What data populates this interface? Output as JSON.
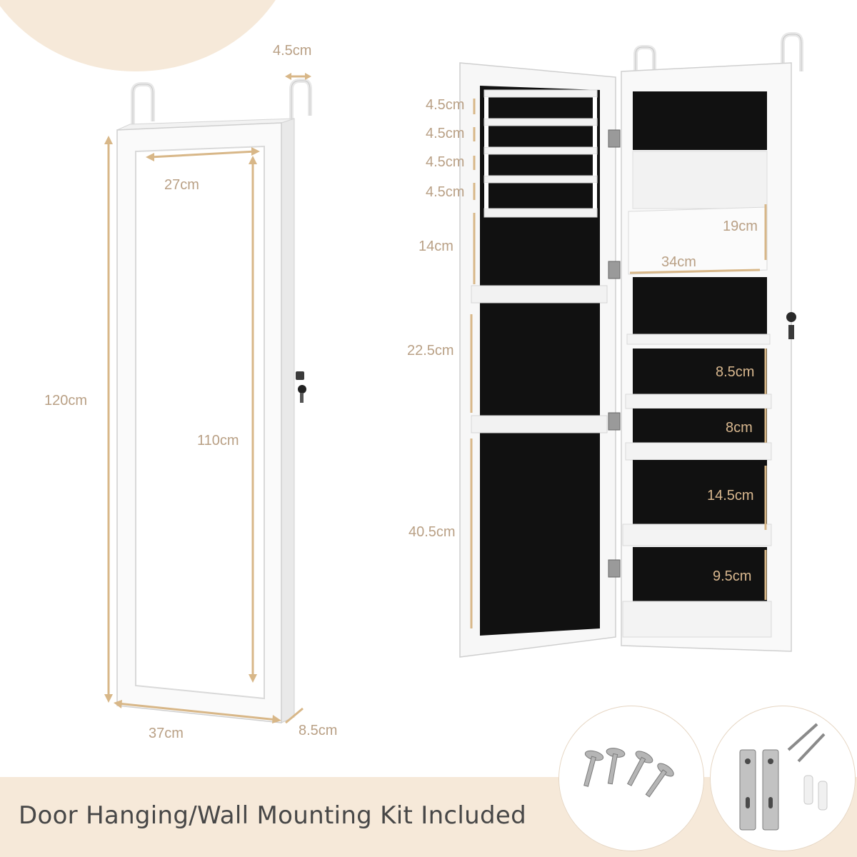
{
  "closed_cabinet": {
    "dim_width_hook": "4.5cm",
    "dim_mirror_width": "27cm",
    "dim_height": "120cm",
    "dim_mirror_height": "110cm",
    "dim_width": "37cm",
    "dim_depth": "8.5cm"
  },
  "open_cabinet": {
    "dims_left": [
      "4.5cm",
      "4.5cm",
      "4.5cm",
      "4.5cm",
      "14cm",
      "22.5cm",
      "40.5cm"
    ],
    "dim_top_compartment": "19cm",
    "dim_inner_width": "34cm",
    "dims_shelves": [
      "8.5cm",
      "8cm",
      "14.5cm",
      "9.5cm"
    ]
  },
  "kit": {
    "items": [
      "screws",
      "brackets-anchors"
    ]
  },
  "caption": "Door Hanging/Wall Mounting Kit Included",
  "colors": {
    "beige": "#f6e9d9",
    "dimension_line": "#d8b788",
    "cabinet": "#ffffff",
    "interior": "#111111"
  }
}
